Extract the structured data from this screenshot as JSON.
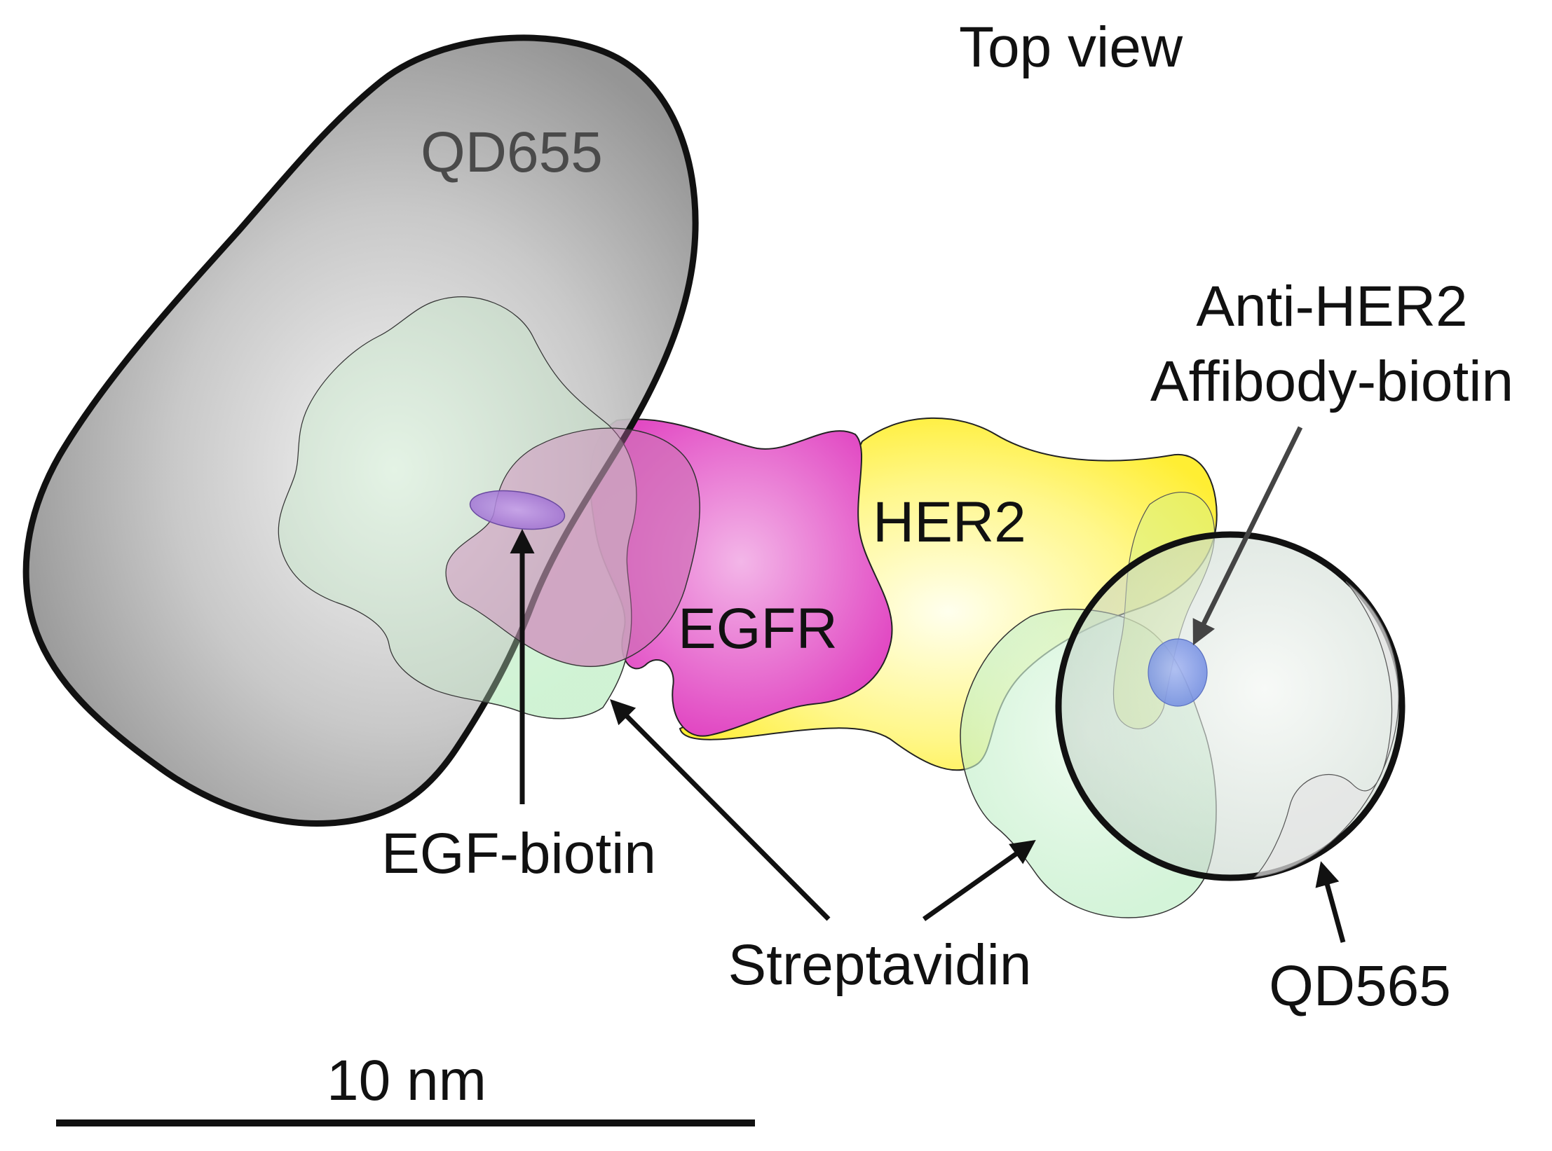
{
  "labels": {
    "top_view": "Top view",
    "qd655": "QD655",
    "anti_her2_line1": "Anti-HER2",
    "anti_her2_line2": "Affibody-biotin",
    "her2": "HER2",
    "egfr": "EGFR",
    "egf_biotin": "EGF-biotin",
    "streptavidin": "Streptavidin",
    "qd565": "QD565",
    "scale_bar": "10 nm"
  },
  "colors": {
    "qd655": "#8c8c8c",
    "egfr": "#e040c0",
    "her2": "#ffee33",
    "streptavidin": "#c8f0cc",
    "egf_biotin": "#a070d0",
    "affibody_biotin": "#7a90e0",
    "qd565": "#d0dcd2"
  }
}
